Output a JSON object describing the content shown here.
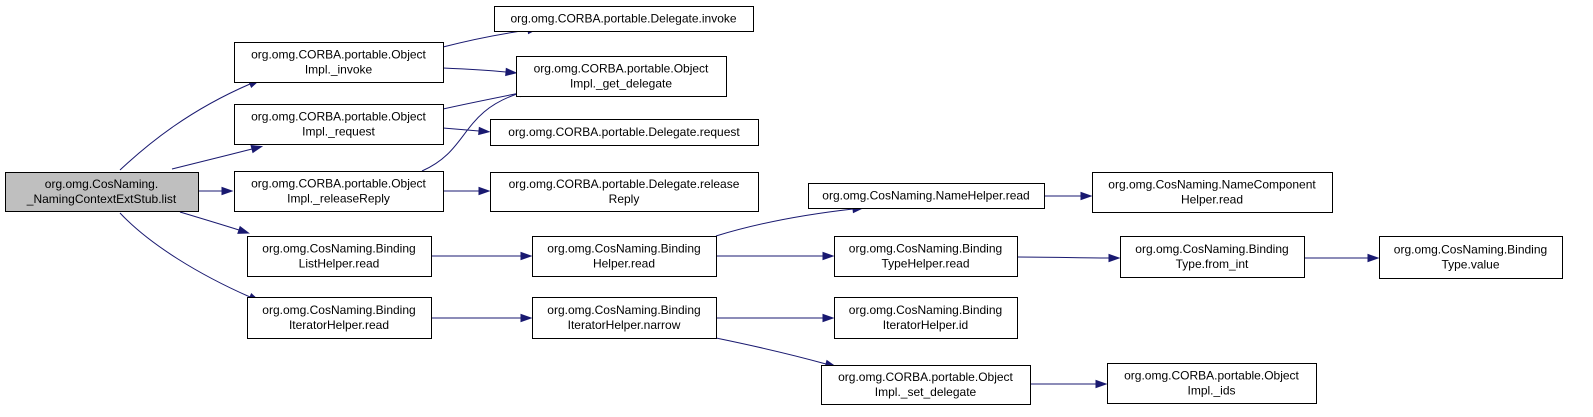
{
  "diagram": {
    "type": "call-graph",
    "colors": {
      "edge": "#191970",
      "root_fill": "#bfbfbf",
      "node_fill": "#ffffff",
      "node_border": "#000000"
    },
    "nodes": [
      {
        "id": "list",
        "lines": [
          "org.omg.CosNaming.",
          "_NamingContextExtStub.list"
        ],
        "root": true
      },
      {
        "id": "obj_invoke",
        "lines": [
          "org.omg.CORBA.portable.Object",
          "Impl._invoke"
        ]
      },
      {
        "id": "obj_request",
        "lines": [
          "org.omg.CORBA.portable.Object",
          "Impl._request"
        ]
      },
      {
        "id": "obj_releaseReply",
        "lines": [
          "org.omg.CORBA.portable.Object",
          "Impl._releaseReply"
        ]
      },
      {
        "id": "binding_list_helper_read",
        "lines": [
          "org.omg.CosNaming.Binding",
          "ListHelper.read"
        ]
      },
      {
        "id": "binding_iterator_helper_read",
        "lines": [
          "org.omg.CosNaming.Binding",
          "IteratorHelper.read"
        ]
      },
      {
        "id": "delegate_invoke",
        "lines": [
          "org.omg.CORBA.portable.Delegate.invoke"
        ]
      },
      {
        "id": "obj_get_delegate",
        "lines": [
          "org.omg.CORBA.portable.Object",
          "Impl._get_delegate"
        ]
      },
      {
        "id": "delegate_request",
        "lines": [
          "org.omg.CORBA.portable.Delegate.request"
        ]
      },
      {
        "id": "delegate_release_reply",
        "lines": [
          "org.omg.CORBA.portable.Delegate.release",
          "Reply"
        ]
      },
      {
        "id": "binding_helper_read",
        "lines": [
          "org.omg.CosNaming.Binding",
          "Helper.read"
        ]
      },
      {
        "id": "binding_iterator_helper_narrow",
        "lines": [
          "org.omg.CosNaming.Binding",
          "IteratorHelper.narrow"
        ]
      },
      {
        "id": "name_helper_read",
        "lines": [
          "org.omg.CosNaming.NameHelper.read"
        ]
      },
      {
        "id": "binding_type_helper_read",
        "lines": [
          "org.omg.CosNaming.Binding",
          "TypeHelper.read"
        ]
      },
      {
        "id": "binding_iterator_helper_id",
        "lines": [
          "org.omg.CosNaming.Binding",
          "IteratorHelper.id"
        ]
      },
      {
        "id": "obj_set_delegate",
        "lines": [
          "org.omg.CORBA.portable.Object",
          "Impl._set_delegate"
        ]
      },
      {
        "id": "name_component_helper_read",
        "lines": [
          "org.omg.CosNaming.NameComponent",
          "Helper.read"
        ]
      },
      {
        "id": "binding_type_from_int",
        "lines": [
          "org.omg.CosNaming.Binding",
          "Type.from_int"
        ]
      },
      {
        "id": "obj_ids",
        "lines": [
          "org.omg.CORBA.portable.Object",
          "Impl._ids"
        ]
      },
      {
        "id": "binding_type_value",
        "lines": [
          "org.omg.CosNaming.Binding",
          "Type.value"
        ]
      }
    ],
    "edges": [
      {
        "from": "list",
        "to": "obj_invoke"
      },
      {
        "from": "list",
        "to": "obj_request"
      },
      {
        "from": "list",
        "to": "obj_releaseReply"
      },
      {
        "from": "list",
        "to": "binding_list_helper_read"
      },
      {
        "from": "list",
        "to": "binding_iterator_helper_read"
      },
      {
        "from": "obj_invoke",
        "to": "delegate_invoke"
      },
      {
        "from": "obj_invoke",
        "to": "obj_get_delegate"
      },
      {
        "from": "obj_request",
        "to": "obj_get_delegate"
      },
      {
        "from": "obj_request",
        "to": "delegate_request"
      },
      {
        "from": "obj_releaseReply",
        "to": "obj_get_delegate"
      },
      {
        "from": "obj_releaseReply",
        "to": "delegate_release_reply"
      },
      {
        "from": "binding_list_helper_read",
        "to": "binding_helper_read"
      },
      {
        "from": "binding_iterator_helper_read",
        "to": "binding_iterator_helper_narrow"
      },
      {
        "from": "binding_helper_read",
        "to": "name_helper_read"
      },
      {
        "from": "binding_helper_read",
        "to": "binding_type_helper_read"
      },
      {
        "from": "binding_iterator_helper_narrow",
        "to": "binding_iterator_helper_id"
      },
      {
        "from": "binding_iterator_helper_narrow",
        "to": "obj_set_delegate"
      },
      {
        "from": "name_helper_read",
        "to": "name_component_helper_read"
      },
      {
        "from": "binding_type_helper_read",
        "to": "binding_type_from_int"
      },
      {
        "from": "obj_set_delegate",
        "to": "obj_ids"
      },
      {
        "from": "binding_type_from_int",
        "to": "binding_type_value"
      }
    ]
  }
}
